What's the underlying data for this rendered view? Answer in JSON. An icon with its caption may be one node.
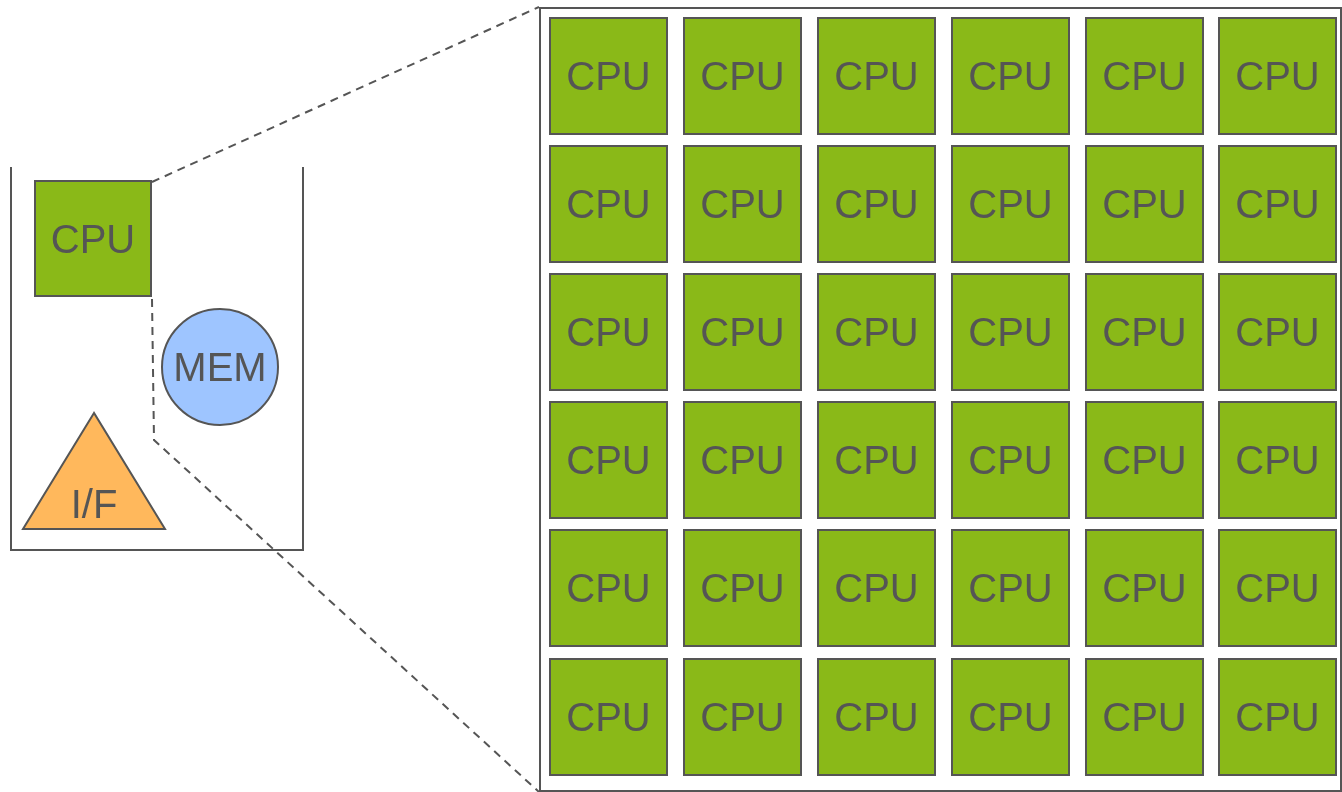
{
  "diagram": {
    "nodes": [
      {
        "text": [],
        "shape": "box"
      },
      {
        "text": [
          "CPU"
        ],
        "in": 0
      },
      {
        "text": [
          "MEM"
        ],
        "in": 0
      },
      {
        "text": [
          "I/F"
        ],
        "in": 0
      },
      {
        "text": [],
        "shape": "box"
      },
      {
        "text": [
          "CPU"
        ],
        "in": 4
      },
      {
        "text": [
          "CPU"
        ],
        "in": 4
      },
      {
        "text": [
          "CPU"
        ],
        "in": 4
      },
      {
        "text": [
          "CPU"
        ],
        "in": 4
      },
      {
        "text": [
          "CPU"
        ],
        "in": 4
      },
      {
        "text": [
          "CPU"
        ],
        "in": 4
      },
      {
        "text": [
          "CPU"
        ],
        "in": 4
      },
      {
        "text": [
          "CPU"
        ],
        "in": 4
      },
      {
        "text": [
          "CPU"
        ],
        "in": 4
      },
      {
        "text": [
          "CPU"
        ],
        "in": 4
      },
      {
        "text": [
          "CPU"
        ],
        "in": 4
      },
      {
        "text": [
          "CPU"
        ],
        "in": 4
      },
      {
        "text": [
          "CPU"
        ],
        "in": 4
      },
      {
        "text": [
          "CPU"
        ],
        "in": 4
      },
      {
        "text": [
          "CPU"
        ],
        "in": 4
      },
      {
        "text": [
          "CPU"
        ],
        "in": 4
      },
      {
        "text": [
          "CPU"
        ],
        "in": 4
      },
      {
        "text": [
          "CPU"
        ],
        "in": 4
      },
      {
        "text": [
          "CPU"
        ],
        "in": 4
      },
      {
        "text": [
          "CPU"
        ],
        "in": 4
      },
      {
        "text": [
          "CPU"
        ],
        "in": 4
      },
      {
        "text": [
          "CPU"
        ],
        "in": 4
      },
      {
        "text": [
          "CPU"
        ],
        "in": 4
      },
      {
        "text": [
          "CPU"
        ],
        "in": 4
      },
      {
        "text": [
          "CPU"
        ],
        "in": 4
      },
      {
        "text": [
          "CPU"
        ],
        "in": 4
      },
      {
        "text": [
          "CPU"
        ],
        "in": 4
      },
      {
        "text": [
          "CPU"
        ],
        "in": 4
      },
      {
        "text": [
          "CPU"
        ],
        "in": 4
      },
      {
        "text": [
          "CPU"
        ],
        "in": 4
      },
      {
        "text": [
          "CPU"
        ],
        "in": 4
      },
      {
        "text": [
          "CPU"
        ],
        "in": 4
      },
      {
        "text": [
          "CPU"
        ],
        "in": 4
      },
      {
        "text": [
          "CPU"
        ],
        "in": 4
      },
      {
        "text": [
          "CPU"
        ],
        "in": 4
      },
      {
        "text": [
          "CPU"
        ],
        "in": 4
      }
    ],
    "edges": [
      {
        "from": 1,
        "to": 4,
        "arrow": "none",
        "style": "dashed"
      },
      {
        "from": 1,
        "to": 4,
        "arrow": "none",
        "style": "dashed"
      }
    ]
  }
}
